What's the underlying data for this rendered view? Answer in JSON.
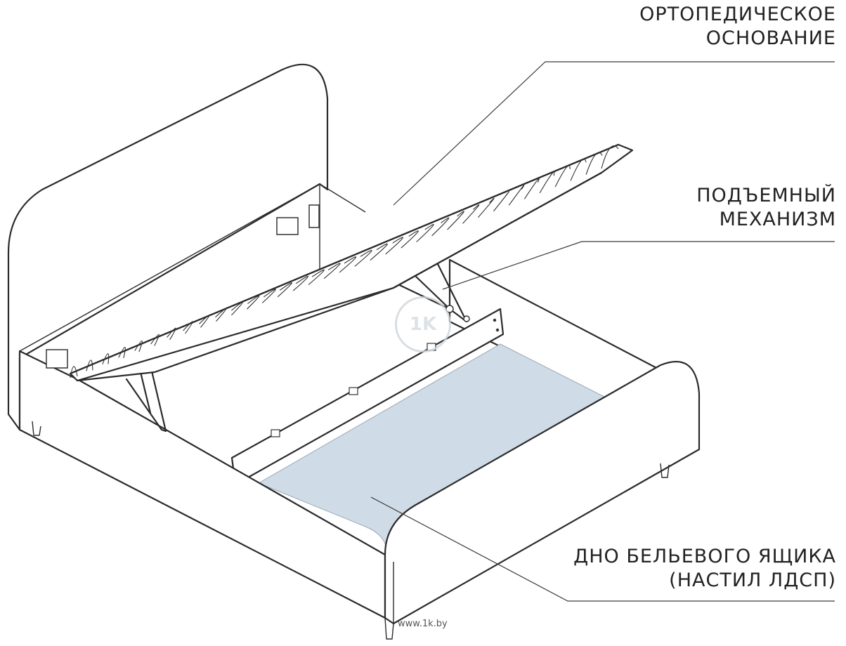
{
  "labels": {
    "orthopedic_base": [
      "ОРТОПЕДИЧЕСКОЕ",
      "ОСНОВАНИЕ"
    ],
    "lift_mechanism": [
      "ПОДЪЕМНЫЙ",
      "МЕХАНИЗМ"
    ],
    "storage_bottom": [
      "ДНО БЕЛЬЕВОГО ЯЩИКА",
      "(НАСТИЛ ЛДСП)"
    ]
  },
  "watermark": "www.1k.by",
  "logo_text": "1K",
  "colors": {
    "line": "#2b2b2b",
    "storage_panel": "#cfdbe6",
    "background": "#ffffff"
  }
}
